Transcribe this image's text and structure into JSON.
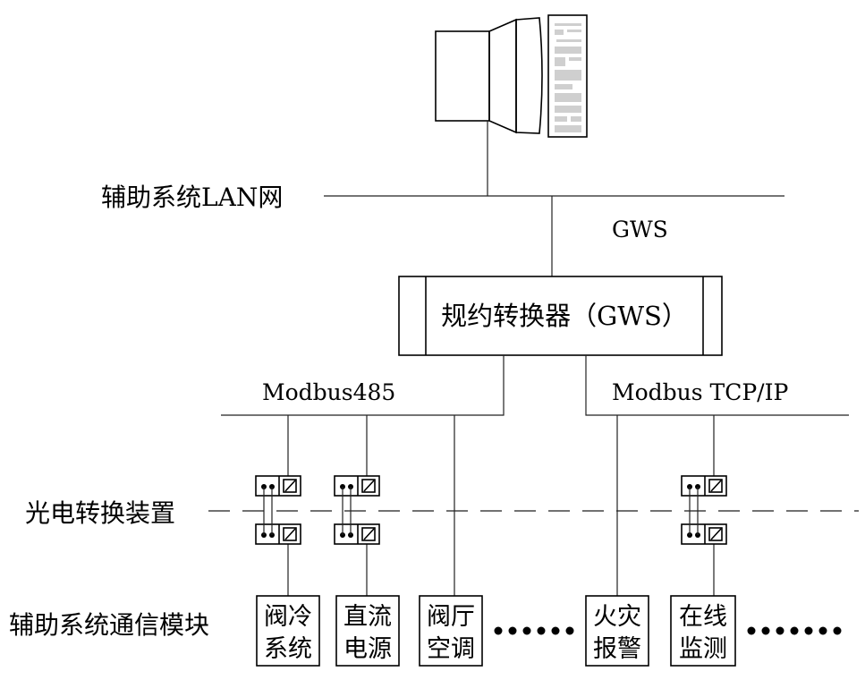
{
  "labels": {
    "lan": "辅助系统LAN网",
    "gws_top": "GWS",
    "converter": "规约转换器（GWS）",
    "modbus485": "Modbus485",
    "modbus_tcp": "Modbus TCP/IP",
    "optical": "光电转换装置",
    "modules_title": "辅助系统通信模块"
  },
  "modules": [
    {
      "line1": "阀冷",
      "line2": "系统"
    },
    {
      "line1": "直流",
      "line2": "电源"
    },
    {
      "line1": "阀厅",
      "line2": "空调"
    },
    {
      "line1": "火灾",
      "line2": "报警"
    },
    {
      "line1": "在线",
      "line2": "监测"
    }
  ],
  "icons": {
    "workstation": "computer-workstation-icon",
    "converter_symbol": "optical-converter-icon",
    "ellipsis": "ellipsis-dots"
  }
}
